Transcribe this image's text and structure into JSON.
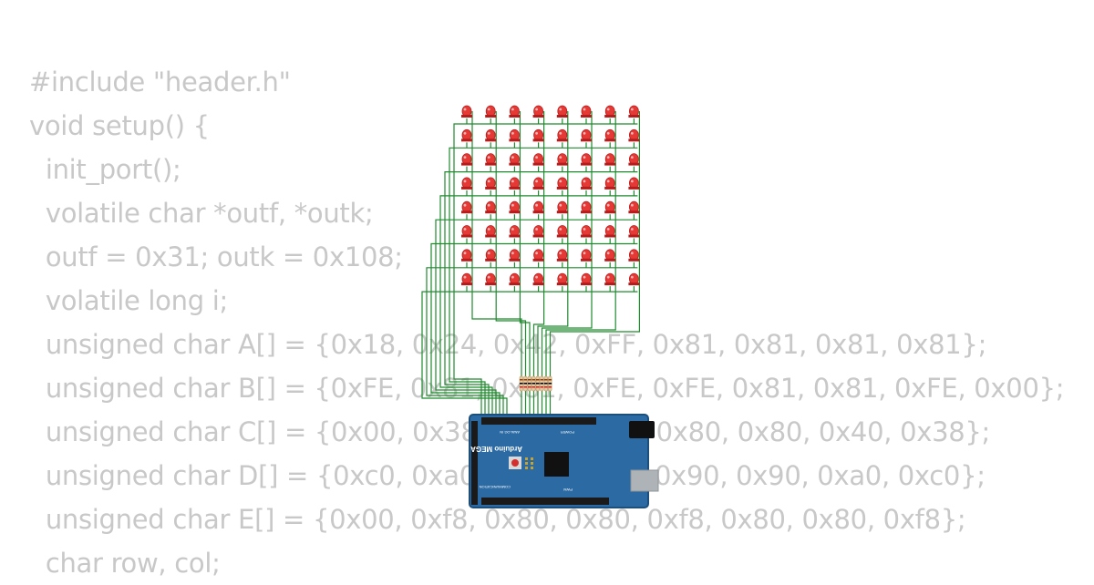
{
  "code_lines": [
    "#include \"header.h\"",
    "void setup() {",
    "  init_port();",
    "  volatile char *outf, *outk;",
    "  outf = 0x31; outk = 0x108;",
    "  volatile long i;",
    "  unsigned char A[] = {0x18, 0x24, 0x42, 0xFF, 0x81, 0x81, 0x81, 0x81};",
    "  unsigned char B[] = {0xFE, 0x81, 0x81, 0xFE, 0xFE, 0x81, 0x81, 0xFE, 0x00};",
    "  unsigned char C[] = {0x00, 0x38, 0x40, 0x80, 0x80, 0x80, 0x40, 0x38};",
    "  unsigned char D[] = {0xc0, 0xa0, 0x90, 0x90, 0x90, 0x90, 0xa0, 0xc0};",
    "  unsigned char E[] = {0x00, 0xf8, 0x80, 0x80, 0xf8, 0x80, 0x80, 0xf8};",
    "  char row, col;"
  ],
  "board": {
    "title": "Arduino MEGA",
    "header_top_left": "ANALOG IN",
    "header_top_right": "POWER",
    "header_bottom_left": "COMMUNICATION",
    "header_bottom_right": "PWM"
  },
  "led_matrix": {
    "rows": 8,
    "cols": 8
  },
  "resistor_count": 8,
  "colors": {
    "code_text": "#c8c8c8",
    "wire": "#1f8a2e",
    "led_red": "#e53935",
    "led_dark": "#b71c1c",
    "board_blue": "#2b6aa3",
    "board_edge": "#1d4f7c",
    "chip": "#111111",
    "resistor_body": "#e8c9a0"
  }
}
